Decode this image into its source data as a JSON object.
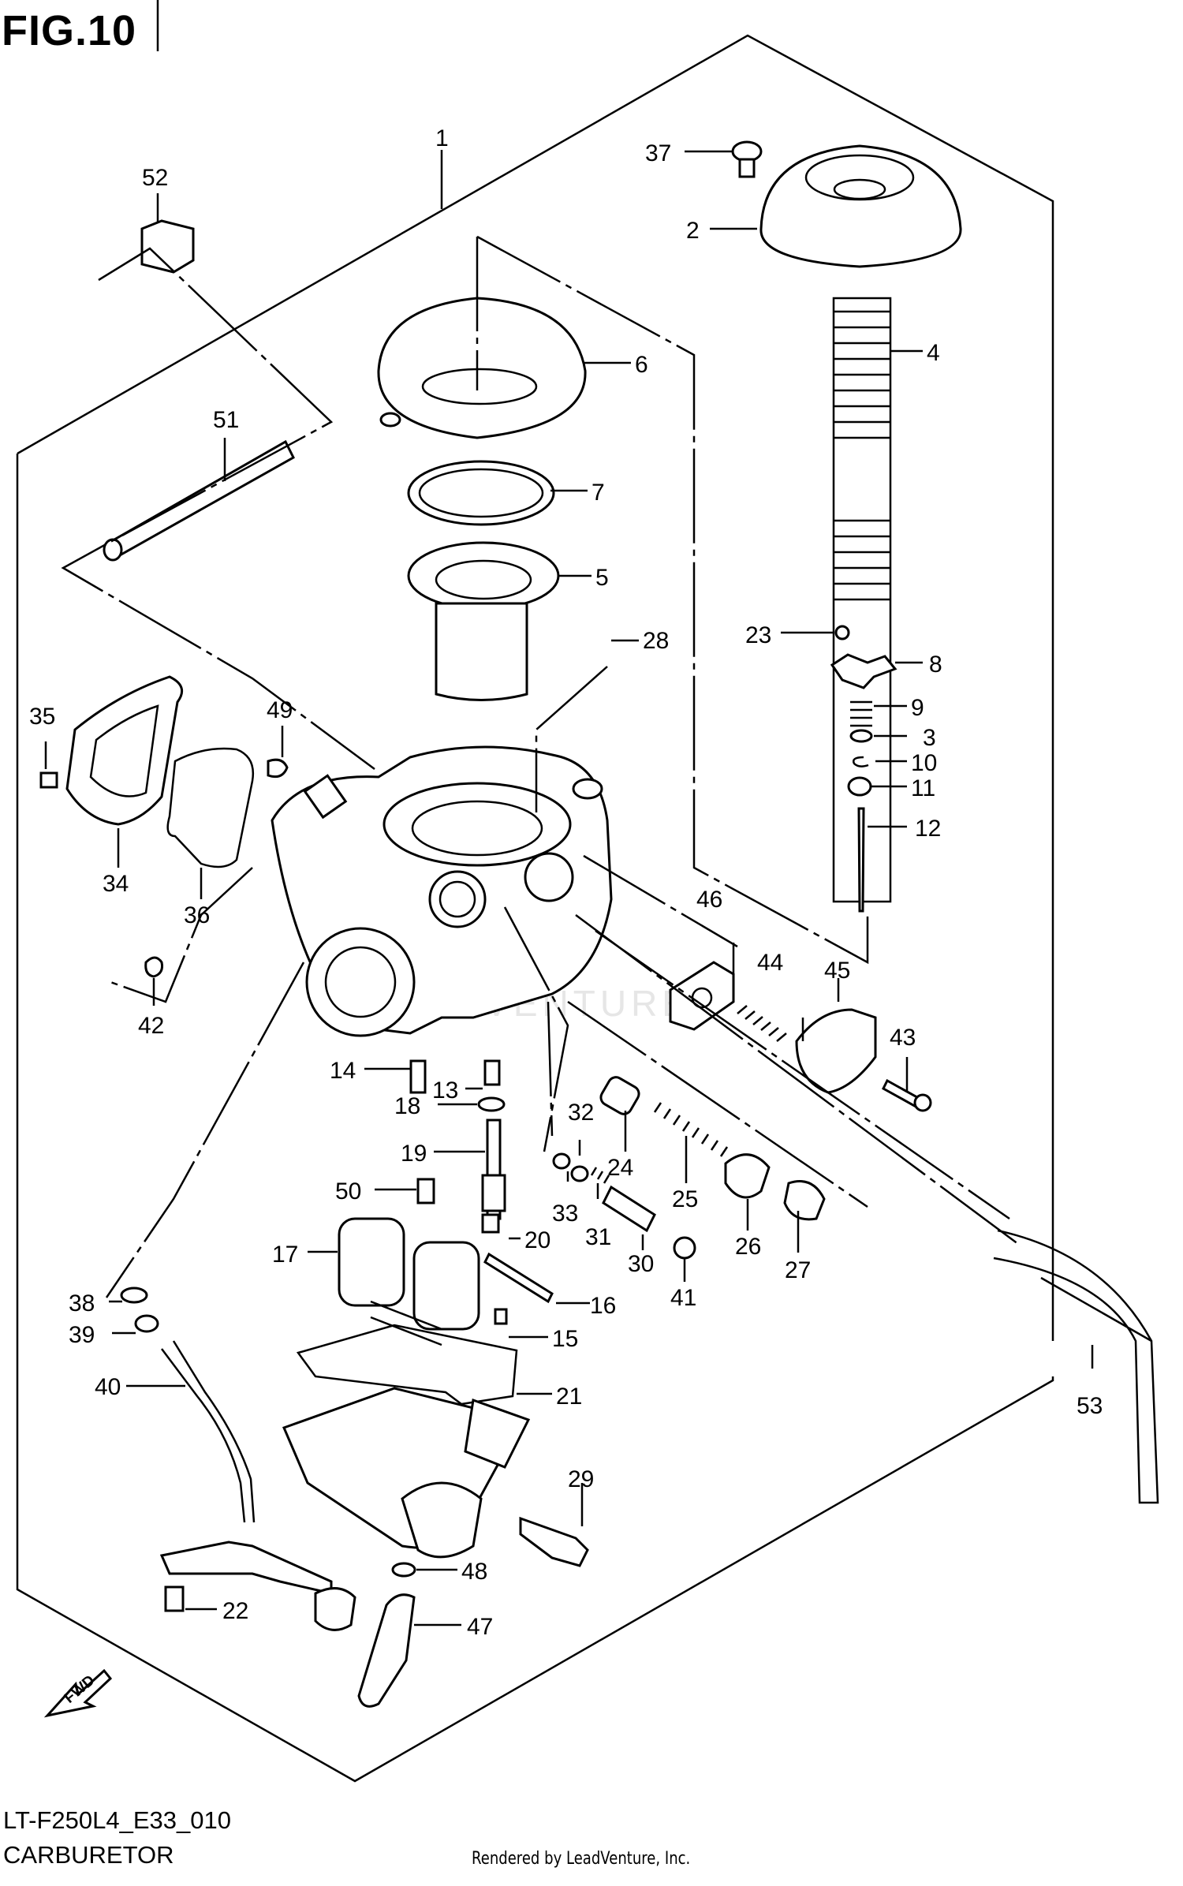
{
  "figure": {
    "title": "FIG.10",
    "code": "LT-F250L4_E33_010",
    "name": "CARBURETOR",
    "credit": "Rendered by LeadVenture, Inc.",
    "watermark": "LEADVENTURE",
    "fwd_label": "FWD"
  },
  "callouts": [
    {
      "num": "1"
    },
    {
      "num": "2"
    },
    {
      "num": "3"
    },
    {
      "num": "4"
    },
    {
      "num": "5"
    },
    {
      "num": "6"
    },
    {
      "num": "7"
    },
    {
      "num": "8"
    },
    {
      "num": "9"
    },
    {
      "num": "10"
    },
    {
      "num": "11"
    },
    {
      "num": "12"
    },
    {
      "num": "13"
    },
    {
      "num": "14"
    },
    {
      "num": "15"
    },
    {
      "num": "16"
    },
    {
      "num": "17"
    },
    {
      "num": "18"
    },
    {
      "num": "19"
    },
    {
      "num": "20"
    },
    {
      "num": "21"
    },
    {
      "num": "22"
    },
    {
      "num": "23"
    },
    {
      "num": "24"
    },
    {
      "num": "25"
    },
    {
      "num": "26"
    },
    {
      "num": "27"
    },
    {
      "num": "28"
    },
    {
      "num": "29"
    },
    {
      "num": "30"
    },
    {
      "num": "31"
    },
    {
      "num": "32"
    },
    {
      "num": "33"
    },
    {
      "num": "34"
    },
    {
      "num": "35"
    },
    {
      "num": "36"
    },
    {
      "num": "37"
    },
    {
      "num": "38"
    },
    {
      "num": "39"
    },
    {
      "num": "40"
    },
    {
      "num": "41"
    },
    {
      "num": "42"
    },
    {
      "num": "43"
    },
    {
      "num": "44"
    },
    {
      "num": "45"
    },
    {
      "num": "46"
    },
    {
      "num": "47"
    },
    {
      "num": "48"
    },
    {
      "num": "49"
    },
    {
      "num": "50"
    },
    {
      "num": "51"
    },
    {
      "num": "52"
    },
    {
      "num": "53"
    }
  ]
}
